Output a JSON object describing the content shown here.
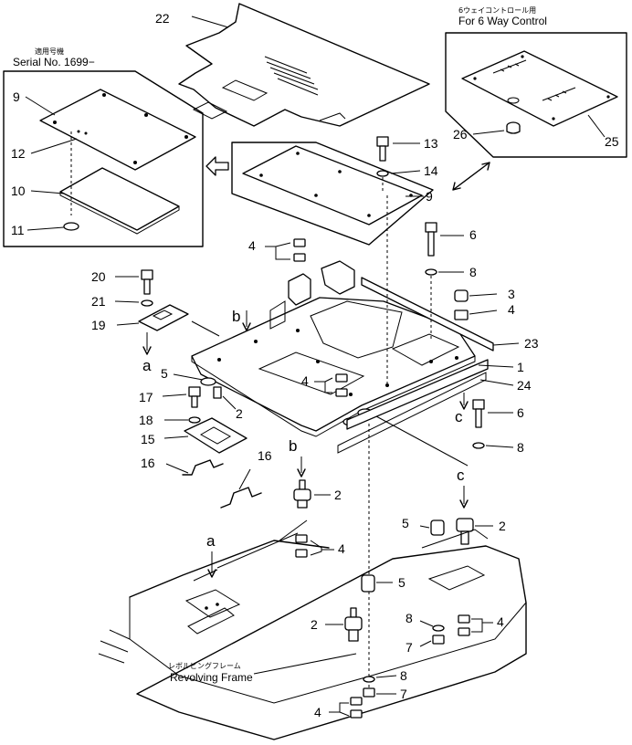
{
  "inset_left": {
    "caption_jp": "適用号機",
    "caption_en": "Serial  No.  1699−"
  },
  "inset_right": {
    "caption_jp": "6ウェイコントロール用",
    "caption_en": "For 6 Way Control"
  },
  "frame_label": {
    "jp": "レボルビングフレーム",
    "en": "Revolving Frame"
  },
  "callouts": {
    "c22": "22",
    "c9a": "9",
    "c12": "12",
    "c10": "10",
    "c11": "11",
    "c26": "26",
    "c25": "25",
    "c13": "13",
    "c14": "14",
    "c9b": "9",
    "c4a": "4",
    "c6a": "6",
    "c8a": "8",
    "c20": "20",
    "c21": "21",
    "c19": "19",
    "c3": "3",
    "c4b": "4",
    "c23": "23",
    "c1": "1",
    "c24": "24",
    "c5a": "5",
    "c17": "17",
    "c2a": "2",
    "c4c": "4",
    "c18": "18",
    "c6b": "6",
    "c15": "15",
    "c8b": "8",
    "c16a": "16",
    "c16b": "16",
    "c2b": "2",
    "c5b": "5",
    "c2c": "2",
    "c4d": "4",
    "c5c": "5",
    "c2d": "2",
    "c8c": "8",
    "c4e": "4",
    "c7a": "7",
    "c8d": "8",
    "c7b": "7",
    "c4f": "4"
  },
  "refs": {
    "b1": "b",
    "a1": "a",
    "c1": "c",
    "b2": "b",
    "c2": "c",
    "a2": "a"
  }
}
